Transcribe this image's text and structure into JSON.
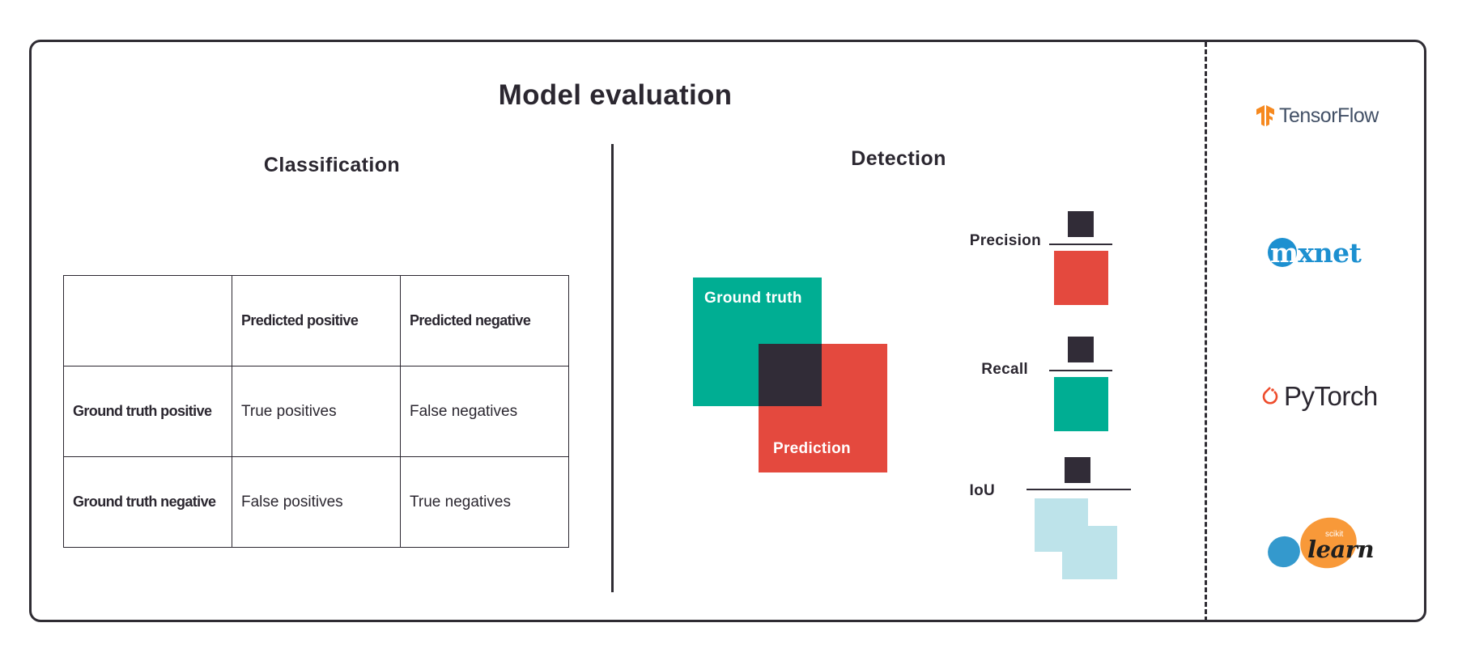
{
  "title": "Model evaluation",
  "classification": {
    "title": "Classification",
    "headers": [
      "",
      "Predicted positive",
      "Predicted negative"
    ],
    "rows": [
      {
        "label": "Ground truth positive",
        "cells": [
          "True positives",
          "False negatives"
        ]
      },
      {
        "label": "Ground truth negative",
        "cells": [
          "False positives",
          "True negatives"
        ]
      }
    ]
  },
  "detection": {
    "title": "Detection",
    "ground_truth_label": "Ground truth",
    "prediction_label": "Prediction",
    "metrics": {
      "precision": "Precision",
      "recall": "Recall",
      "iou": "IoU"
    }
  },
  "frameworks": {
    "tensorflow": "TensorFlow",
    "mxnet": "mxnet",
    "pytorch": "PyTorch",
    "sklearn_small": "scikit",
    "sklearn_big": "learn"
  },
  "colors": {
    "teal": "#00ae93",
    "red": "#e4493e",
    "dark": "#312c37",
    "light_blue": "#bde3ea",
    "frame": "#2f2c33",
    "tensorflow_orange": "#f6891f",
    "mxnet_blue": "#1d90d0",
    "pytorch_red": "#ee4c2c",
    "sklearn_orange": "#f89939",
    "sklearn_blue": "#3499cd"
  }
}
